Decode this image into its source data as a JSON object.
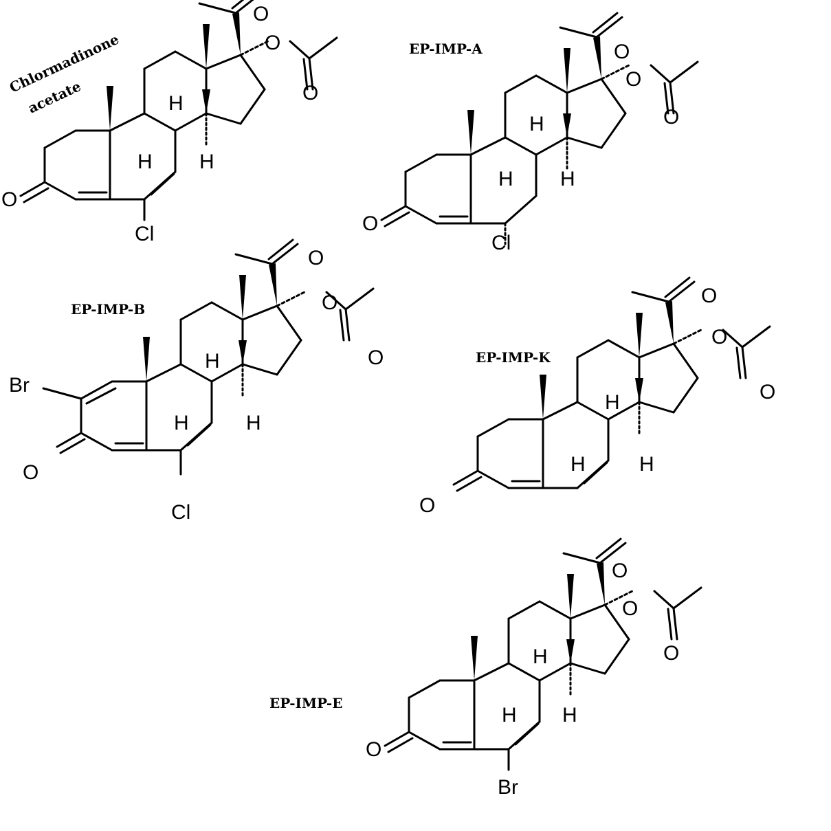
{
  "labels": {
    "cma_line1": "Chlormadinone",
    "cma_line2": "acetate",
    "imp_a": "EP-IMP-A",
    "imp_b": "EP-IMP-B",
    "imp_k": "EP-IMP-K",
    "imp_e": "EP-IMP-E"
  },
  "atoms": {
    "O": "O",
    "H": "H",
    "Cl": "Cl",
    "Br": "Br"
  }
}
